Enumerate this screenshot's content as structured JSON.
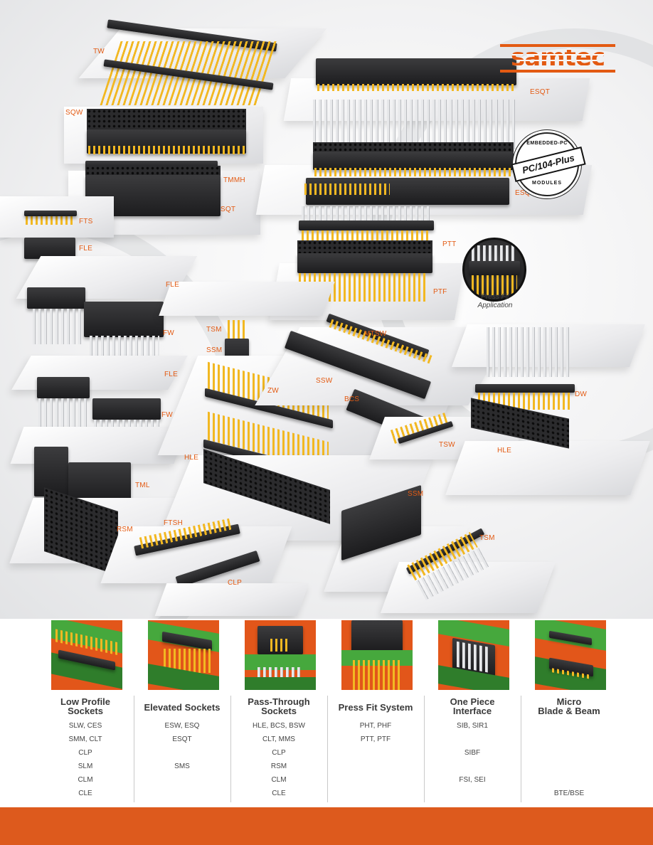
{
  "brand": {
    "logo_text": "samtec"
  },
  "seal": {
    "top": "EMBEDDED-PC",
    "main": "PC/104-Plus",
    "bottom": "MODULES"
  },
  "press_fit_caption": {
    "line1": "Press Fit",
    "line2": "Application"
  },
  "product_labels": {
    "tw": "TW",
    "sqw": "SQW",
    "tmmh": "TMMH",
    "sqt": "SQT",
    "esqt_top": "ESQT",
    "esqt_mid": "ESQT",
    "ptt": "PTT",
    "ptf": "PTF",
    "fts": "FTS",
    "fle_1": "FLE",
    "fle_2": "FLE",
    "fw_1": "FW",
    "fle_3": "FLE",
    "fw_2": "FW",
    "tml": "TML",
    "rsm": "RSM",
    "ftsh": "FTSH",
    "clp": "CLP",
    "tsm_1": "TSM",
    "ssm_1": "SSM",
    "zw": "ZW",
    "hle_1": "HLE",
    "mtsw": "MTSW",
    "ssw": "SSW",
    "bcs": "BCS",
    "tsw": "TSW",
    "dw": "DW",
    "hle_2": "HLE",
    "ssm_2": "SSM",
    "tsm_2": "TSM"
  },
  "categories": [
    {
      "title_l1": "Low Profile",
      "title_l2": "Sockets",
      "items": [
        "SLW, CES",
        "SMM, CLT",
        "CLP",
        "SLM",
        "CLM",
        "CLE"
      ]
    },
    {
      "title_l1": "Elevated Sockets",
      "title_l2": "",
      "items": [
        "ESW, ESQ",
        "ESQT",
        "",
        "SMS",
        "",
        ""
      ]
    },
    {
      "title_l1": "Pass-Through",
      "title_l2": "Sockets",
      "items": [
        "HLE, BCS, BSW",
        "CLT, MMS",
        "CLP",
        "RSM",
        "CLM",
        "CLE"
      ]
    },
    {
      "title_l1": "Press Fit System",
      "title_l2": "",
      "items": [
        "PHT, PHF",
        "PTT, PTF",
        "",
        "",
        "",
        ""
      ]
    },
    {
      "title_l1": "One Piece",
      "title_l2": "Interface",
      "items": [
        "SIB, SIR1",
        "",
        "SIBF",
        "",
        "FSI, SEI",
        ""
      ]
    },
    {
      "title_l1": "Micro",
      "title_l2": "Blade & Beam",
      "items": [
        "",
        "",
        "",
        "",
        "",
        "BTE/BSE"
      ]
    }
  ],
  "colors": {
    "accent": "#dd5a1d",
    "label": "#e35a12",
    "pin_gold": "#f2b822",
    "connector": "#1c1c1e"
  }
}
